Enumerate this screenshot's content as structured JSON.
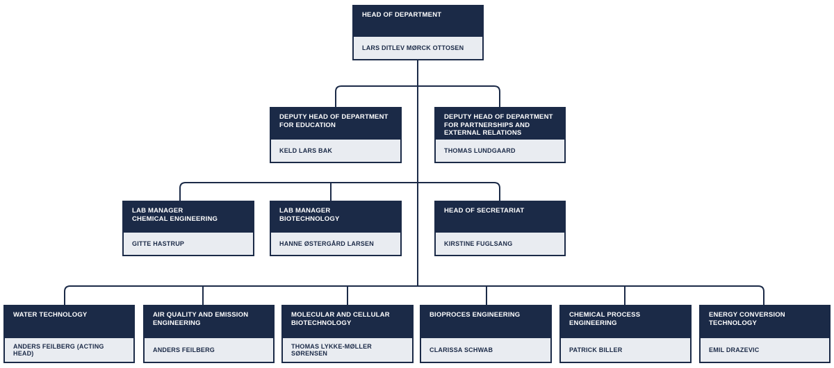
{
  "org_chart": {
    "head": {
      "title": "HEAD OF DEPARTMENT",
      "name": "LARS DITLEV MØRCK OTTOSEN"
    },
    "deputies": [
      {
        "title": "DEPUTY HEAD OF DEPARTMENT\nFOR EDUCATION",
        "name": "KELD LARS BAK"
      },
      {
        "title": "DEPUTY HEAD OF DEPARTMENT\nFOR PARTNERSHIPS AND\nEXTERNAL RELATIONS",
        "name": "THOMAS LUNDGAARD"
      }
    ],
    "managers": [
      {
        "title": "LAB MANAGER\nCHEMICAL ENGINEERING",
        "name": "GITTE HASTRUP"
      },
      {
        "title": "LAB MANAGER\nBIOTECHNOLOGY",
        "name": "HANNE ØSTERGÅRD LARSEN"
      },
      {
        "title": "HEAD OF SECRETARIAT",
        "name": "KIRSTINE FUGLSANG"
      }
    ],
    "sections": [
      {
        "title": "WATER TECHNOLOGY",
        "name": "ANDERS FEILBERG (ACTING HEAD)"
      },
      {
        "title": "AIR QUALITY AND EMISSION\nENGINEERING",
        "name": "ANDERS FEILBERG"
      },
      {
        "title": "MOLECULAR AND CELLULAR\nBIOTECHNOLOGY",
        "name": "THOMAS LYKKE-MØLLER SØRENSEN"
      },
      {
        "title": "BIOPROCES ENGINEERING",
        "name": "CLARISSA SCHWAB"
      },
      {
        "title": "CHEMICAL PROCESS\nENGINEERING",
        "name": "PATRICK BILLER"
      },
      {
        "title": "ENERGY CONVERSION\nTECHNOLOGY",
        "name": "EMIL DRAZEVIC"
      }
    ],
    "colors": {
      "dark": "#1b2a47",
      "light": "#e9ecf1",
      "line": "#1b2a47"
    }
  }
}
